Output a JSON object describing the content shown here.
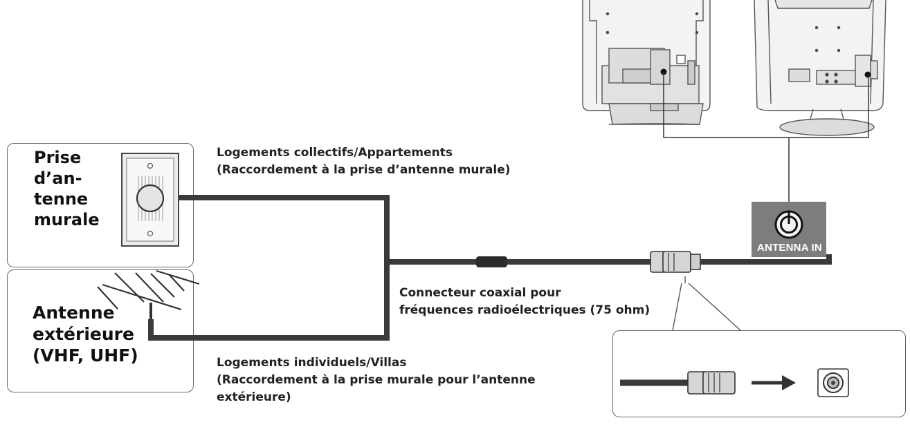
{
  "boxes": {
    "wall_jack": {
      "label_lines": [
        "Prise",
        "d’an-",
        "tenne",
        "murale"
      ]
    },
    "outdoor_antenna": {
      "label_lines": [
        "Antenne",
        "extérieure",
        "(VHF, UHF)"
      ]
    }
  },
  "captions": {
    "collective": [
      "Logements collectifs/Appartements",
      "(Raccordement à la prise d’antenne murale)"
    ],
    "coax": [
      "Connecteur coaxial pour",
      "fréquences radioélectriques (75 ohm)"
    ],
    "individual": [
      "Logements individuels/Villas",
      "(Raccordement à la prise murale pour l’antenne",
      "extérieure)"
    ]
  },
  "port_label": "ANTENNA IN",
  "icons": [
    "wall-jack-icon",
    "outdoor-antenna-icon",
    "tv-rear-left-icon",
    "tv-rear-right-icon",
    "antenna-in-port-icon",
    "rf-connector-plug-icon",
    "arrow-right-icon",
    "coax-socket-icon"
  ],
  "colors": {
    "cable": "#3a3a3a",
    "port_panel": "#7d7d7d",
    "outline": "#666666"
  }
}
